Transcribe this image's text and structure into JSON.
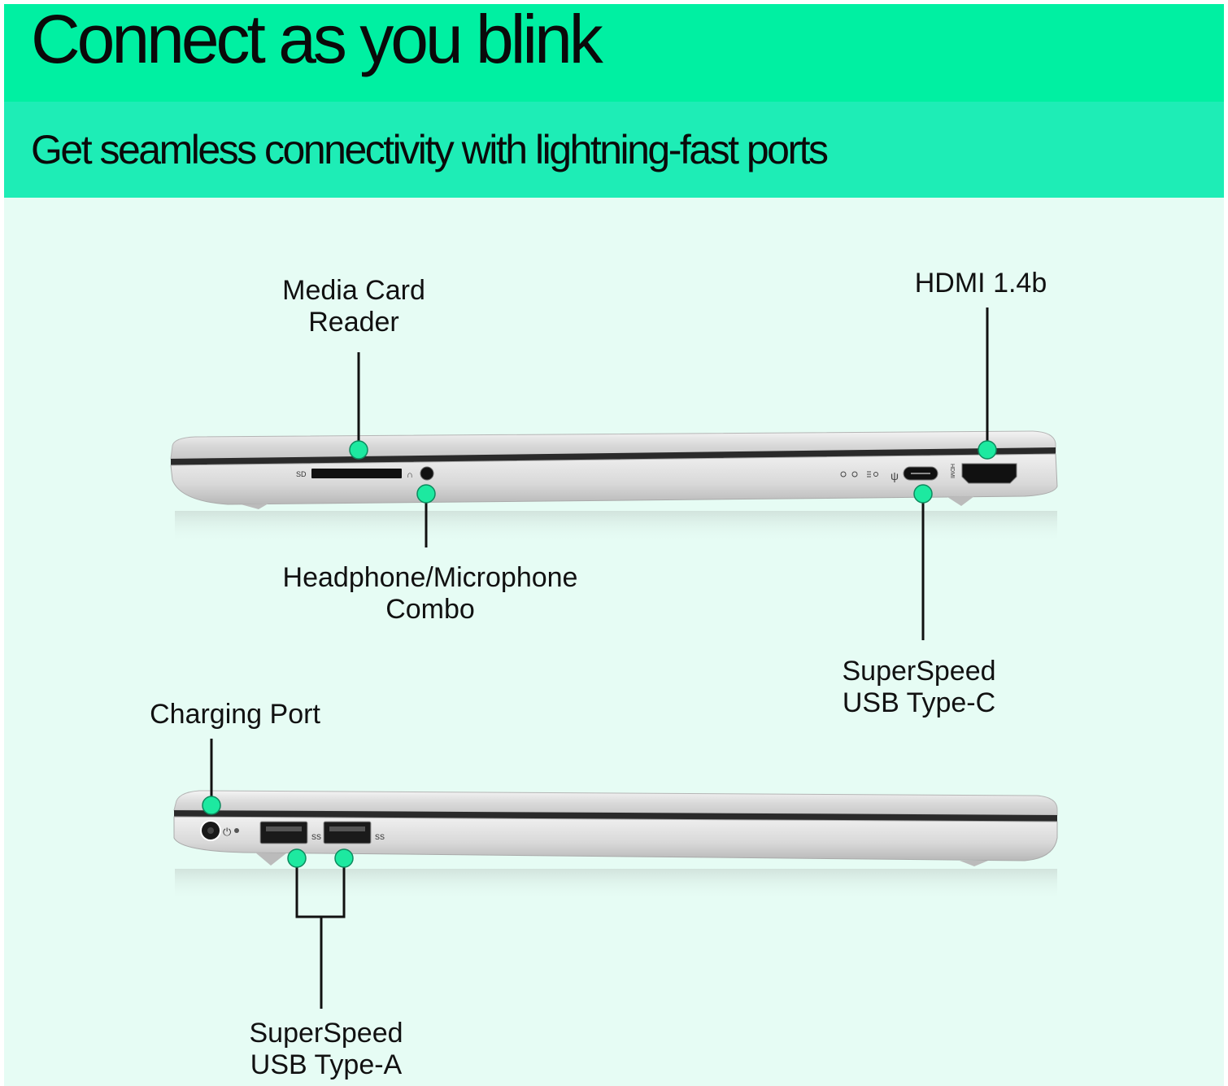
{
  "header": {
    "title": "Connect as you blink",
    "subtitle": "Get seamless connectivity with lightning-fast ports"
  },
  "colors": {
    "band_top": "#00f0a2",
    "band_bottom": "#1eedb6",
    "background": "#e6fcf4",
    "callout_dot": "#1de9a0"
  },
  "laptop_right_side": {
    "port_marks": {
      "sd": "SD",
      "hdmi": "HDMI"
    },
    "callouts": {
      "media_card": [
        "Media Card",
        "Reader"
      ],
      "hdmi": [
        "HDMI 1.4b"
      ],
      "headphone": [
        "Headphone/Microphone",
        "Combo"
      ],
      "usb_c": [
        "SuperSpeed",
        "USB Type-C"
      ]
    }
  },
  "laptop_left_side": {
    "callouts": {
      "charging": [
        "Charging Port"
      ],
      "usb_a": [
        "SuperSpeed",
        "USB Type-A"
      ]
    }
  }
}
